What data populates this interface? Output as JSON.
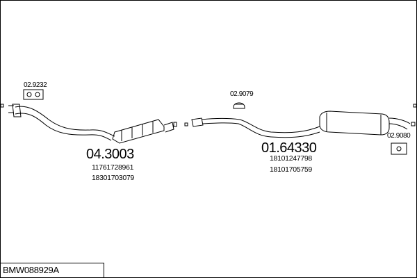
{
  "reference": "BMW088929A",
  "left_assembly": {
    "part_number": "04.3003",
    "oe_numbers": [
      "11761728961",
      "18301703079"
    ],
    "gasket_label": "02.9232"
  },
  "right_assembly": {
    "part_number": "01.64330",
    "oe_numbers": [
      "18101247798",
      "18101705759"
    ],
    "clamp_label": "02.9079",
    "hanger_label": "02.9080"
  }
}
